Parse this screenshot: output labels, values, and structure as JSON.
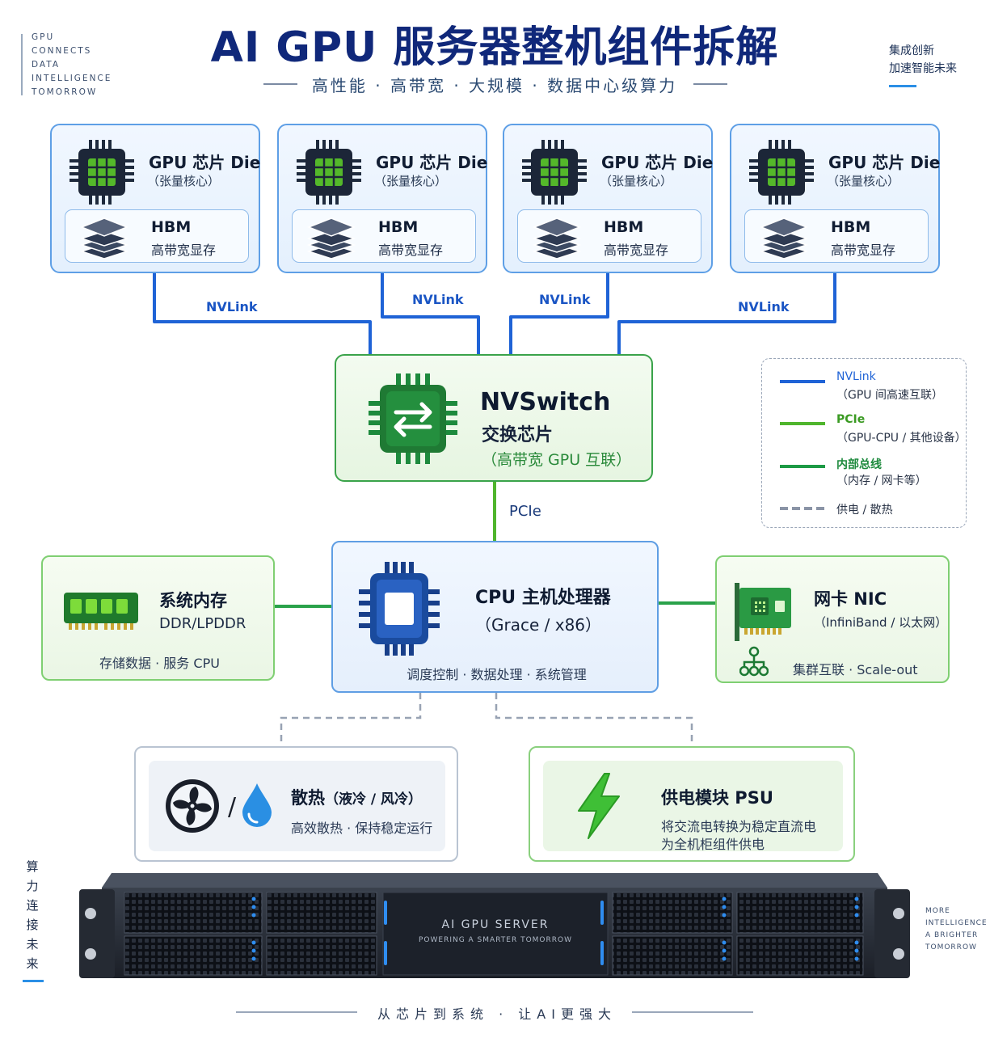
{
  "header": {
    "side_caption": [
      "GPU",
      "CONNECTS",
      "DATA",
      "INTELLIGENCE",
      "TOMORROW"
    ],
    "title": "AI GPU 服务器整机组件拆解",
    "subtitle": "高性能 · 高带宽 · 大规模 · 数据中心级算力",
    "tagline": [
      "集成创新",
      "加速智能未来"
    ]
  },
  "gpu_cards": [
    {
      "title": "GPU 芯片 Die",
      "subtitle": "（张量核心）",
      "hbm_title": "HBM",
      "hbm_subtitle": "高带宽显存"
    },
    {
      "title": "GPU 芯片 Die",
      "subtitle": "（张量核心）",
      "hbm_title": "HBM",
      "hbm_subtitle": "高带宽显存"
    },
    {
      "title": "GPU 芯片 Die",
      "subtitle": "（张量核心）",
      "hbm_title": "HBM",
      "hbm_subtitle": "高带宽显存"
    },
    {
      "title": "GPU 芯片 Die",
      "subtitle": "（张量核心）",
      "hbm_title": "HBM",
      "hbm_subtitle": "高带宽显存"
    }
  ],
  "links": {
    "nvlink_labels": [
      "NVLink",
      "NVLink",
      "NVLink",
      "NVLink"
    ],
    "pcie_label": "PCIe"
  },
  "nvswitch": {
    "title": "NVSwitch",
    "subtitle": "交换芯片",
    "note": "（高带宽 GPU 互联）"
  },
  "legend": [
    {
      "title": "NVLink",
      "desc": "（GPU 间高速互联）",
      "color": "#1f63d6",
      "style": "solid"
    },
    {
      "title": "PCIe",
      "desc": "（GPU-CPU / 其他设备）",
      "color": "#4fb52c",
      "style": "solid"
    },
    {
      "title": "内部总线",
      "desc": "（内存 / 网卡等）",
      "color": "#1d9a45",
      "style": "solid"
    },
    {
      "title": "",
      "desc": "供电 / 散热",
      "color": "#8a94a6",
      "style": "dashed"
    }
  ],
  "cpu": {
    "title": "CPU 主机处理器",
    "subtitle": "（Grace / x86）",
    "footer": "调度控制 · 数据处理 · 系统管理"
  },
  "memory": {
    "title": "系统内存",
    "subtitle": "DDR/LPDDR",
    "footer": "存储数据 · 服务 CPU"
  },
  "nic": {
    "title": "网卡 NIC",
    "subtitle": "（InfiniBand / 以太网）",
    "footer": "集群互联 · Scale-out"
  },
  "cooling": {
    "title": "散热",
    "title_note": "（液冷 / 风冷）",
    "desc": "高效散热 · 保持稳定运行",
    "separator": "/",
    "icons": [
      "fan-icon",
      "water-drop-icon"
    ]
  },
  "psu": {
    "title": "供电模块 PSU",
    "desc": [
      "将交流电转换为稳定直流电",
      "为全机柜组件供电"
    ],
    "icon": "lightning-icon"
  },
  "server": {
    "label": "AI GPU SERVER",
    "sublabel": "POWERING A SMARTER TOMORROW"
  },
  "side_vertical": [
    "算",
    "力",
    "连",
    "接",
    "未",
    "来"
  ],
  "side_right": [
    "MORE",
    "INTELLIGENCE",
    "A BRIGHTER",
    "TOMORROW"
  ],
  "footer": "从芯片到系统 · 让AI更强大",
  "colors": {
    "nvlink": "#1f63d6",
    "pcie": "#4fb52c",
    "bus": "#1d9a45",
    "power": "#8a94a6",
    "title": "#10287a"
  }
}
